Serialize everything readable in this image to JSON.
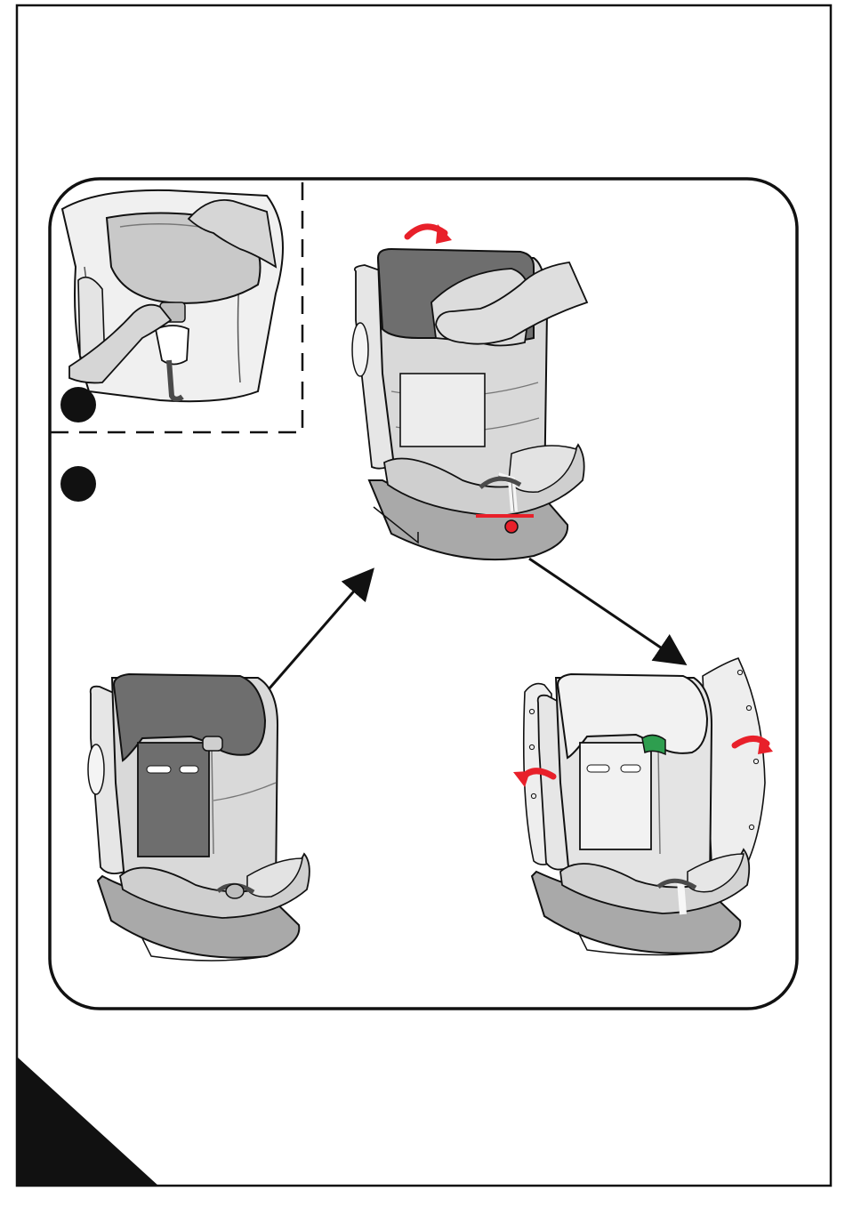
{
  "diagram": {
    "type": "instruction-illustration",
    "colors": {
      "outline": "#111111",
      "cushion_dark": "#6e6e6e",
      "cushion_mid": "#bdbdbd",
      "cushion_light": "#e3e3e3",
      "base": "#a9a9a9",
      "arrow_red": "#e8202a",
      "strap_green": "#2e9e4f",
      "badge": "#111111",
      "white": "#ffffff"
    },
    "icons": {
      "step_badge": "filled-circle",
      "flow_arrow": "black-arrow",
      "motion_arrow": "red-curved-arrow"
    },
    "panels": [
      "detail-inset",
      "headrest-cover-removal",
      "seat-with-cover",
      "seat-cover-removed"
    ]
  }
}
